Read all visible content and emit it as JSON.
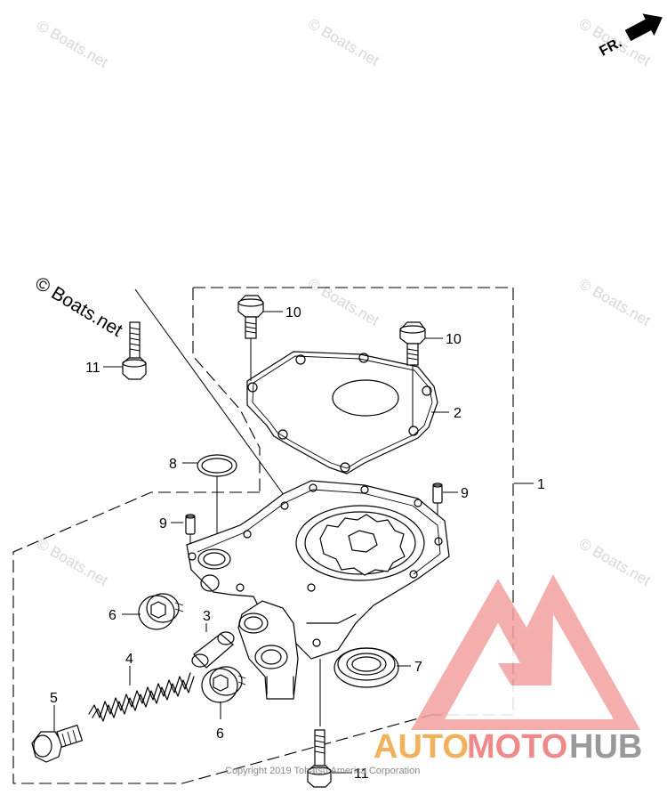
{
  "watermark": {
    "text": "© Boats.net"
  },
  "direction_arrow": {
    "label": "FR."
  },
  "callouts": {
    "c1": "1",
    "c2": "2",
    "c3": "3",
    "c4": "4",
    "c5": "5",
    "c6a": "6",
    "c6b": "6",
    "c7": "7",
    "c8": "8",
    "c9a": "9",
    "c9b": "9",
    "c10a": "10",
    "c10b": "10",
    "c11a": "11",
    "c11b": "11"
  },
  "copyright": "Copyright 2019 Tohatsu America Corporation",
  "brand": {
    "part1": "AUTO",
    "part2": "MOTO",
    "part3": "HUB",
    "color1": "#f2b15a",
    "color2": "#f08a8a",
    "color3": "#9a9a9a"
  }
}
